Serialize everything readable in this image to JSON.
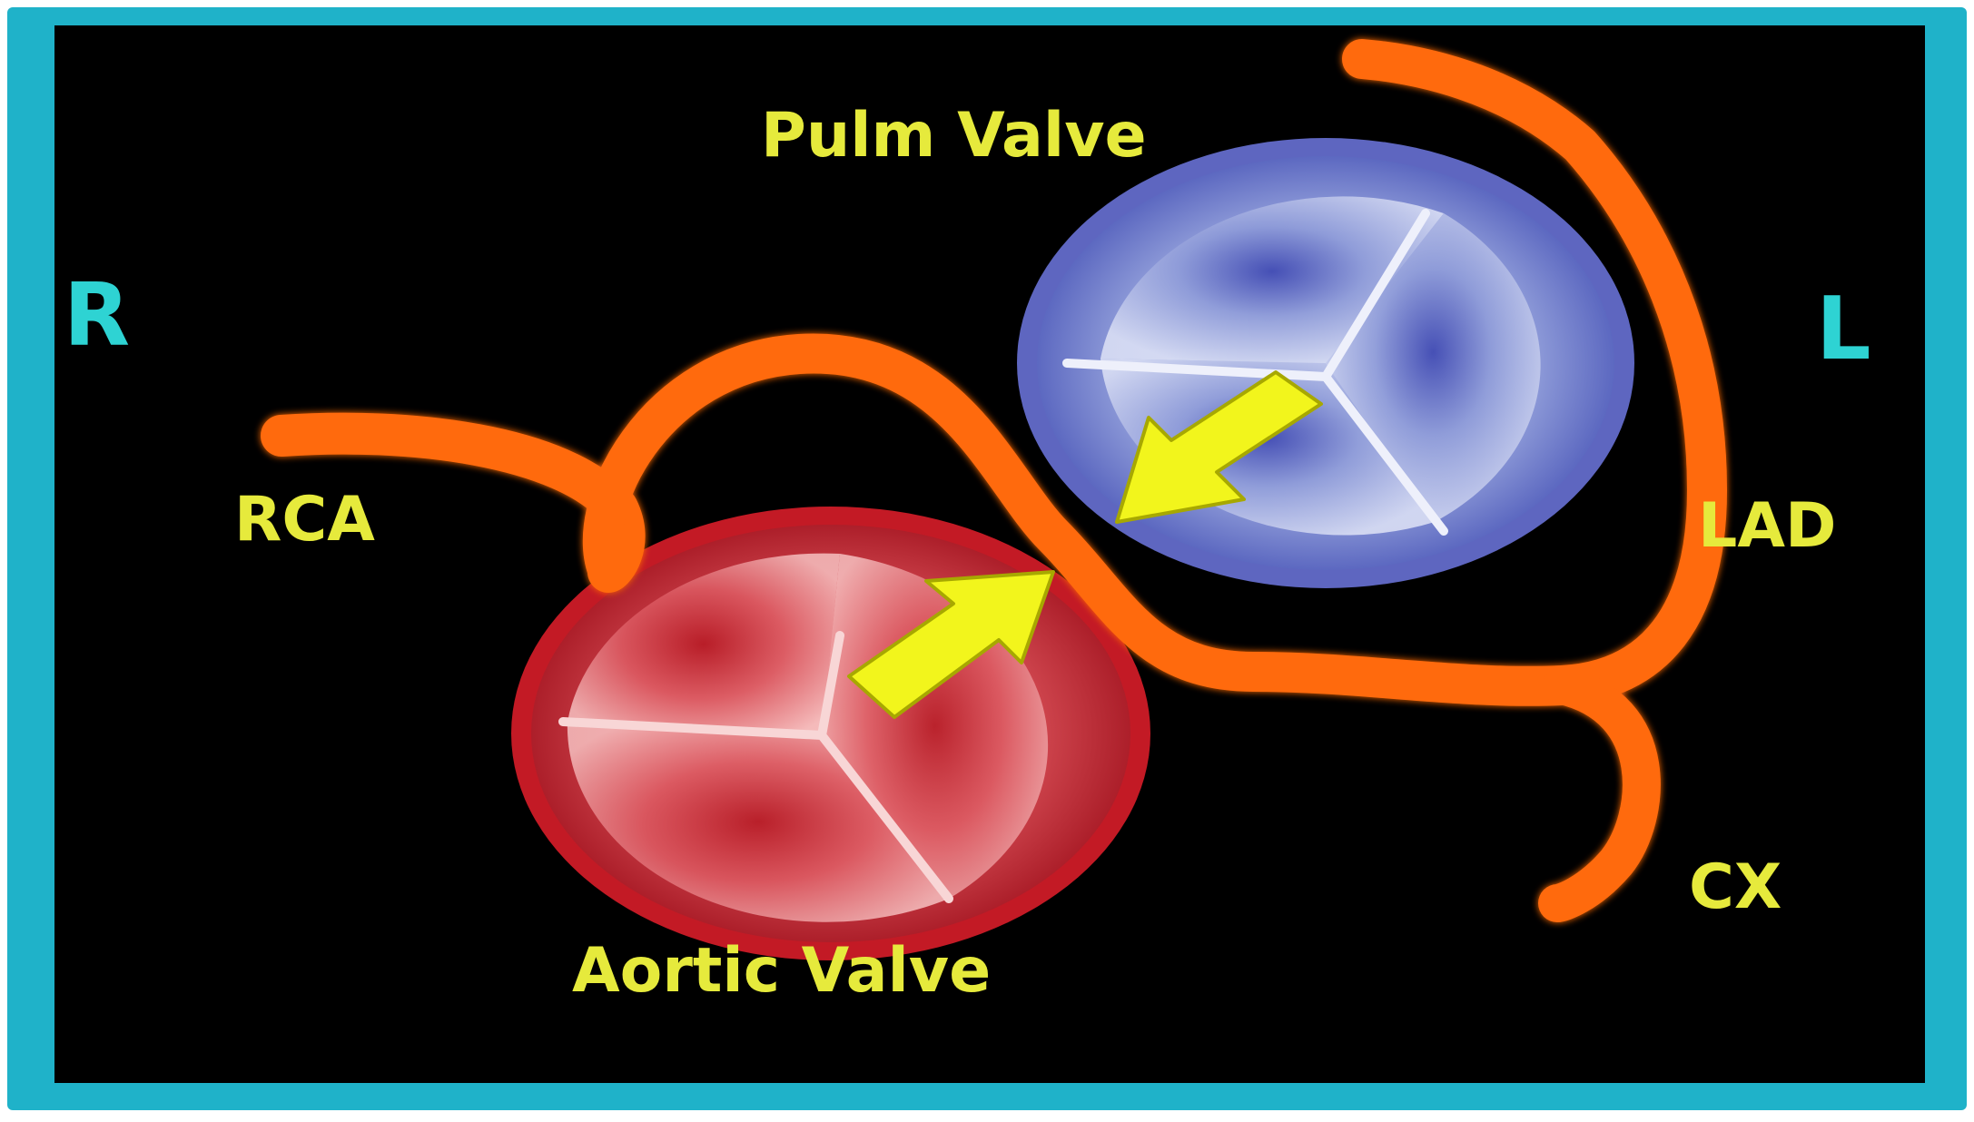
{
  "labels": {
    "right": "R",
    "left": "L",
    "pulm_valve": "Pulm Valve",
    "aortic_valve": "Aortic Valve",
    "rca": "RCA",
    "lad": "LAD",
    "cx": "CX"
  },
  "colors": {
    "frame_border": "#1fb2c9",
    "background": "#000000",
    "side_letters": "#2ed3d3",
    "structure_labels": "#e6ea3c",
    "artery": "#ff6a10",
    "aortic_valve": "#c8202c",
    "pulm_valve": "#6f78c8",
    "arrow": "#f2f51c"
  },
  "icons": [
    "pulmonary-valve-icon",
    "aortic-valve-icon",
    "compression-arrow-icon"
  ]
}
